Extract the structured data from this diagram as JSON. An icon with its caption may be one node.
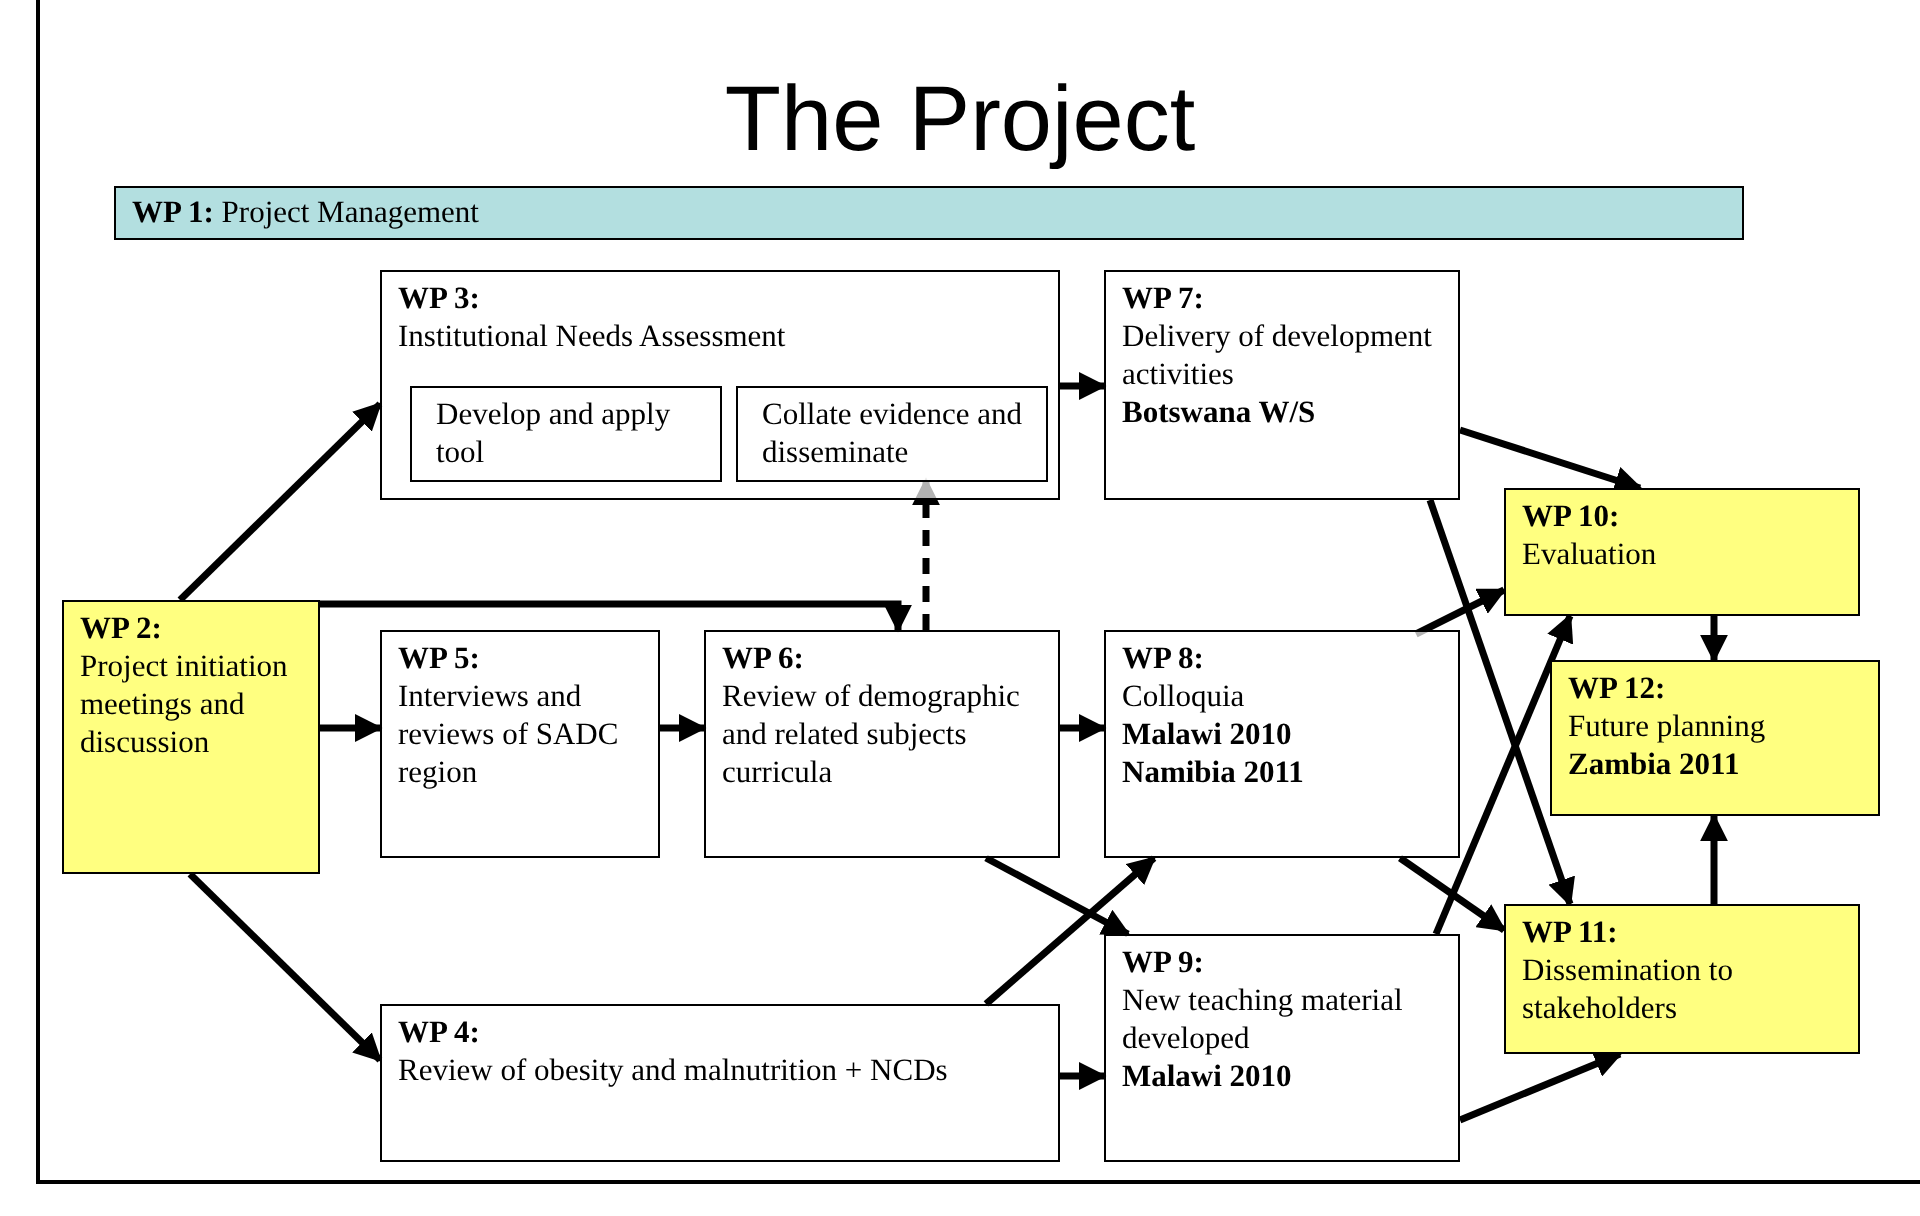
{
  "diagram": {
    "title": "The Project",
    "nodes": [
      {
        "text": [
          "**WP 1:** Project Management"
        ]
      },
      {
        "text": [
          "WP 3:",
          "Institutional Needs Assessment"
        ]
      },
      {
        "text": [
          "Develop and apply tool"
        ],
        "in": 1
      },
      {
        "text": [
          "Collate evidence and disseminate"
        ],
        "in": 1
      },
      {
        "text": [
          "WP 7:",
          "Delivery of development activities",
          "Botswana W/S"
        ]
      },
      {
        "text": [
          "WP 2:",
          "Project initiation meetings and discussion"
        ]
      },
      {
        "text": [
          "WP 5:",
          "Interviews and reviews of SADC region"
        ]
      },
      {
        "text": [
          "WP 6:",
          "Review of demographic and related subjects curricula"
        ]
      },
      {
        "text": [
          "WP 8:",
          "Colloquia",
          "Malawi 2010",
          "Namibia 2011"
        ]
      },
      {
        "text": [
          "WP 10:",
          "Evaluation"
        ]
      },
      {
        "text": [
          "WP 12:",
          "Future planning",
          "Zambia 2011"
        ]
      },
      {
        "text": [
          "WP 9:",
          "New teaching material developed",
          "Malawi 2010"
        ]
      },
      {
        "text": [
          "WP 4:",
          "Review of obesity and malnutrition + NCDs"
        ]
      },
      {
        "text": [
          "WP 11:",
          "Dissemination to stakeholders"
        ]
      }
    ],
    "edges": [
      {
        "from": 5,
        "to": 1,
        "arrow": "to"
      },
      {
        "from": 5,
        "to": 7,
        "arrow": "to"
      },
      {
        "from": 7,
        "to": 3,
        "arrow": "to",
        "style": "dashed"
      },
      {
        "from": 1,
        "to": 4,
        "arrow": "to"
      },
      {
        "from": 5,
        "to": 6,
        "arrow": "to"
      },
      {
        "from": 6,
        "to": 7,
        "arrow": "to"
      },
      {
        "from": 7,
        "to": 8,
        "arrow": "to"
      },
      {
        "from": 7,
        "to": 11,
        "arrow": "to"
      },
      {
        "from": 5,
        "to": 12,
        "arrow": "to"
      },
      {
        "from": 12,
        "to": 8,
        "arrow": "to"
      },
      {
        "from": 12,
        "to": 11,
        "arrow": "to"
      },
      {
        "from": 4,
        "to": 9,
        "arrow": "to"
      },
      {
        "from": 4,
        "to": 13,
        "arrow": "to"
      },
      {
        "from": 8,
        "to": 9,
        "arrow": "to"
      },
      {
        "from": 8,
        "to": 13,
        "arrow": "to"
      },
      {
        "from": 11,
        "to": 9,
        "arrow": "to"
      },
      {
        "from": 11,
        "to": 13,
        "arrow": "to"
      },
      {
        "from": 9,
        "to": 10,
        "arrow": "to"
      },
      {
        "from": 13,
        "to": 10,
        "arrow": "to"
      }
    ]
  }
}
